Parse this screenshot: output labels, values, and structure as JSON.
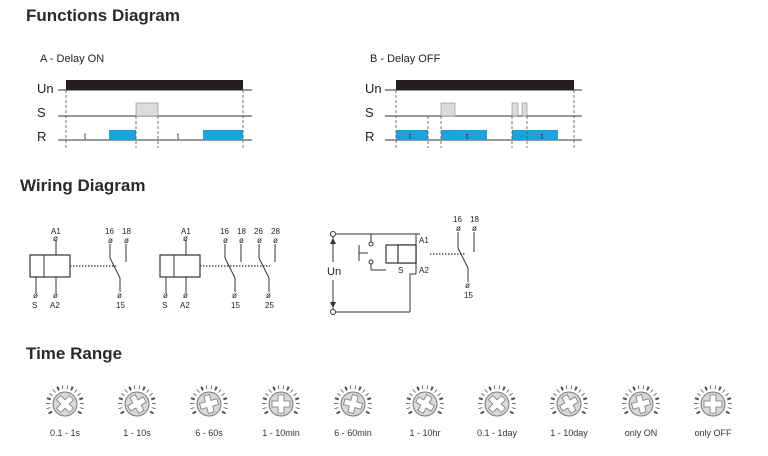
{
  "headings": {
    "functions": "Functions Diagram",
    "wiring": "Wiring Diagram",
    "time_range": "Time Range"
  },
  "functions": {
    "a_title": "A - Delay ON",
    "b_title": "B - Delay OFF",
    "signals": [
      "Un",
      "S",
      "R"
    ],
    "t_label": "t"
  },
  "wiring": {
    "terminals": {
      "a1": "A1",
      "a2": "A2",
      "s": "S",
      "t15": "15",
      "t16": "16",
      "t18": "18",
      "t25": "25",
      "t26": "26",
      "t28": "28",
      "un": "Un"
    }
  },
  "time_range": {
    "items": [
      "0.1 - 1s",
      "1 - 10s",
      "6 - 60s",
      "1 - 10min",
      "6 - 60min",
      "1 - 10hr",
      "0.1 - 1day",
      "1 - 10day",
      "only ON",
      "only OFF"
    ]
  },
  "colors": {
    "relay_on": "#1aa3dc",
    "trigger": "#dcdcdc",
    "supply_bar": "#231f20"
  },
  "icons": [
    "relay-coil-icon",
    "switch-contact-icon",
    "terminal-screw-icon",
    "rotary-dial-icon"
  ]
}
